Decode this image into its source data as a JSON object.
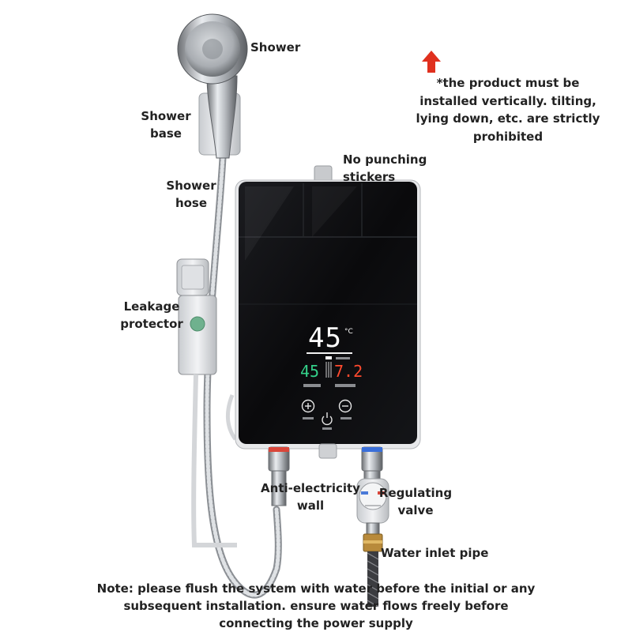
{
  "labels": {
    "shower": "Shower",
    "shower_base": [
      "Shower",
      "base"
    ],
    "no_punching": [
      "No punching",
      "stickers"
    ],
    "shower_hose": [
      "Shower",
      "hose"
    ],
    "leakage": [
      "Leakage",
      "protector"
    ],
    "anti_electricity": [
      "Anti-electricity",
      "wall"
    ],
    "regulating": [
      "Regulating",
      "valve"
    ],
    "water_inlet": "Water inlet pipe"
  },
  "warning": [
    "*the product must be",
    "installed vertically. tilting,",
    "lying down, etc. are strictly",
    "prohibited"
  ],
  "note": [
    "Note: please flush the system with water before the initial or any",
    "subsequent installation. ensure water flows freely before",
    "connecting the power supply"
  ],
  "display": {
    "temperature": "45",
    "temp_unit": "°C",
    "left_reading": "45",
    "right_reading": "7.2"
  },
  "colors": {
    "arrow": "#e0301e",
    "panel": "#0c0c0e",
    "left_reading": "#34d08a",
    "right_reading": "#ff4a2e"
  },
  "icons": {
    "plus": "plus-icon",
    "power": "power-icon",
    "minus": "minus-icon"
  }
}
